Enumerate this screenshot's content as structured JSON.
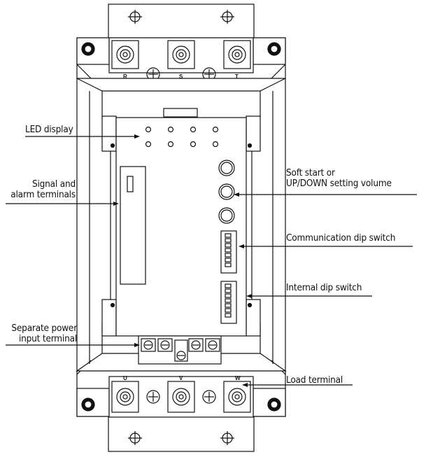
{
  "terminals": {
    "input": [
      "R",
      "S",
      "T"
    ],
    "output": [
      "U",
      "V",
      "W"
    ]
  },
  "callouts": {
    "led_display": "LED display",
    "signal_alarm_line1": "Signal and",
    "signal_alarm_line2": "alarm terminals",
    "separate_power_line1": "Separate power",
    "separate_power_line2": "input terminal",
    "soft_start_line1": "Soft start or",
    "soft_start_line2": "UP/DOWN setting volume",
    "comm_dip": "Communication dip switch",
    "internal_dip": "Internal dip switch",
    "load_terminal": "Load terminal"
  },
  "colors": {
    "stroke": "#111111",
    "background": "#ffffff"
  }
}
